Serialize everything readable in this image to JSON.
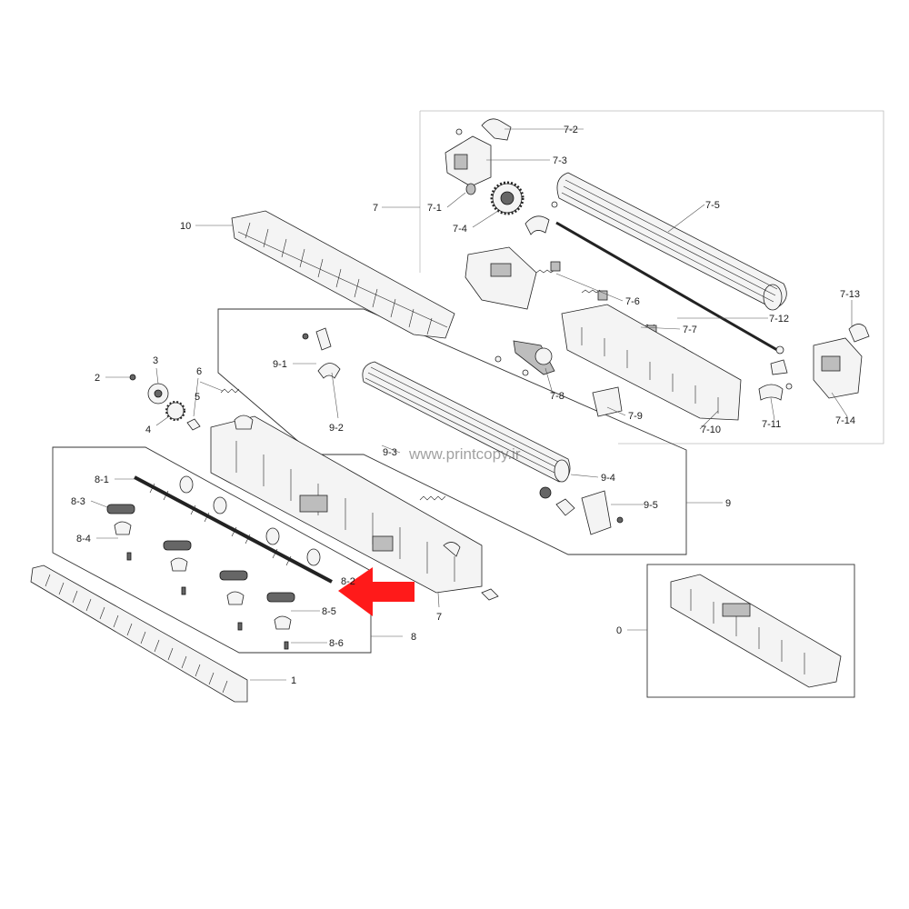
{
  "diagram": {
    "watermark": "www.printcopy.ir",
    "accent_color": "#ff1a1a",
    "callouts": {
      "c0": "0",
      "c1": "1",
      "c2": "2",
      "c3": "3",
      "c4": "4",
      "c5": "5",
      "c6": "6",
      "c7": "7",
      "c7b": "7",
      "c7_1": "7-1",
      "c7_2": "7-2",
      "c7_3": "7-3",
      "c7_4": "7-4",
      "c7_5": "7-5",
      "c7_6": "7-6",
      "c7_7": "7-7",
      "c7_8": "7-8",
      "c7_9": "7-9",
      "c7_10": "7-10",
      "c7_11": "7-11",
      "c7_12": "7-12",
      "c7_13": "7-13",
      "c7_14": "7-14",
      "c8": "8",
      "c8_1": "8-1",
      "c8_2": "8-2",
      "c8_3": "8-3",
      "c8_4": "8-4",
      "c8_5": "8-5",
      "c8_6": "8-6",
      "c9": "9",
      "c9_1": "9-1",
      "c9_2": "9-2",
      "c9_3": "9-3",
      "c9_4": "9-4",
      "c9_5": "9-5",
      "c10": "10"
    }
  }
}
